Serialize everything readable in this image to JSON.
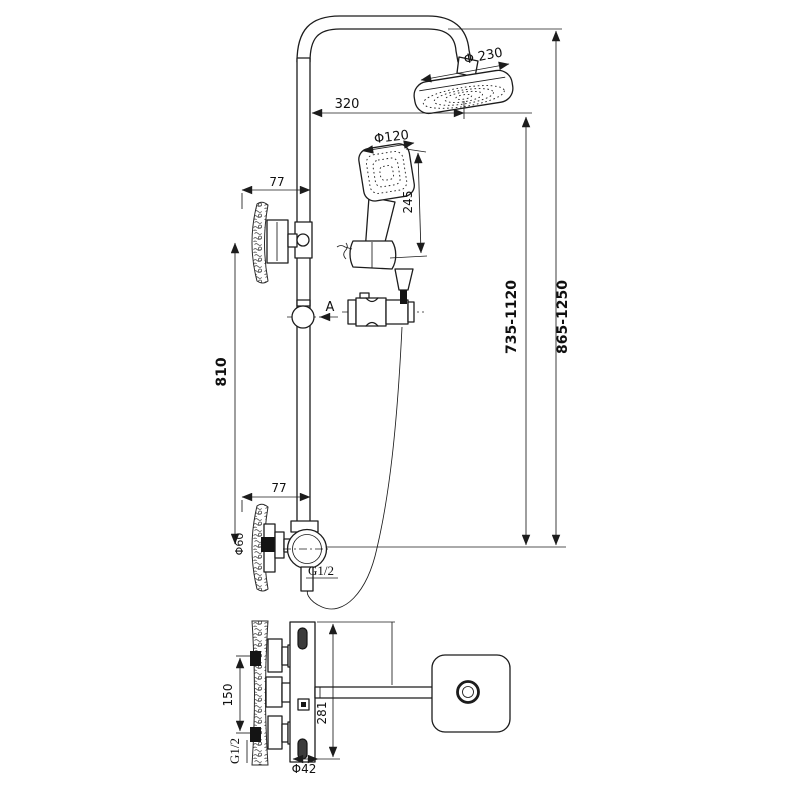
{
  "drawing": {
    "background": "#ffffff",
    "ink": "#1c1c1c",
    "labels": {
      "head_diameter": "Φ 230",
      "head_reach": "320",
      "hand_diameter": "Φ120",
      "hand_length": "245",
      "upper_offset": "77",
      "rail_centers": "810",
      "riser_range": "735-1120",
      "overall_range": "865-1250",
      "lower_offset": "77",
      "escutcheon_diameter": "Φ60",
      "outlet_thread": "G1/2",
      "detail_marker": "A",
      "inlet_spacing": "150",
      "inlet_thread": "G1/2",
      "mixer_height": "281",
      "mixer_diameter": "Φ42"
    }
  }
}
